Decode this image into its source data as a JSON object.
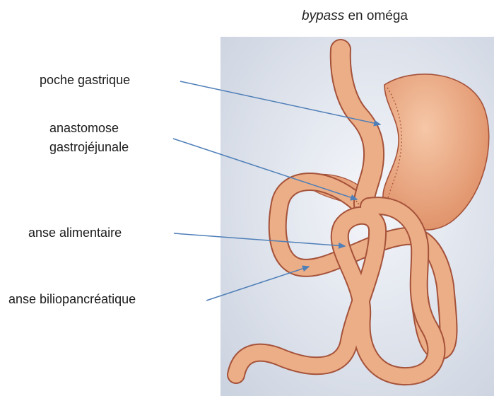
{
  "title": {
    "italic": "bypass",
    "rest": " en oméga"
  },
  "labels": {
    "poche_gastrique": "poche gastrique",
    "anastomose_line1": "anastomose",
    "anastomose_line2": "gastrojéjunale",
    "anse_alimentaire": "anse alimentaire",
    "anse_biliopancreatique": "anse biliopancréatique"
  },
  "colors": {
    "background_panel": "#dde2ec",
    "organ_fill": "#ecae86",
    "organ_outline": "#a5523a",
    "leader_line": "#4f7fb8"
  }
}
